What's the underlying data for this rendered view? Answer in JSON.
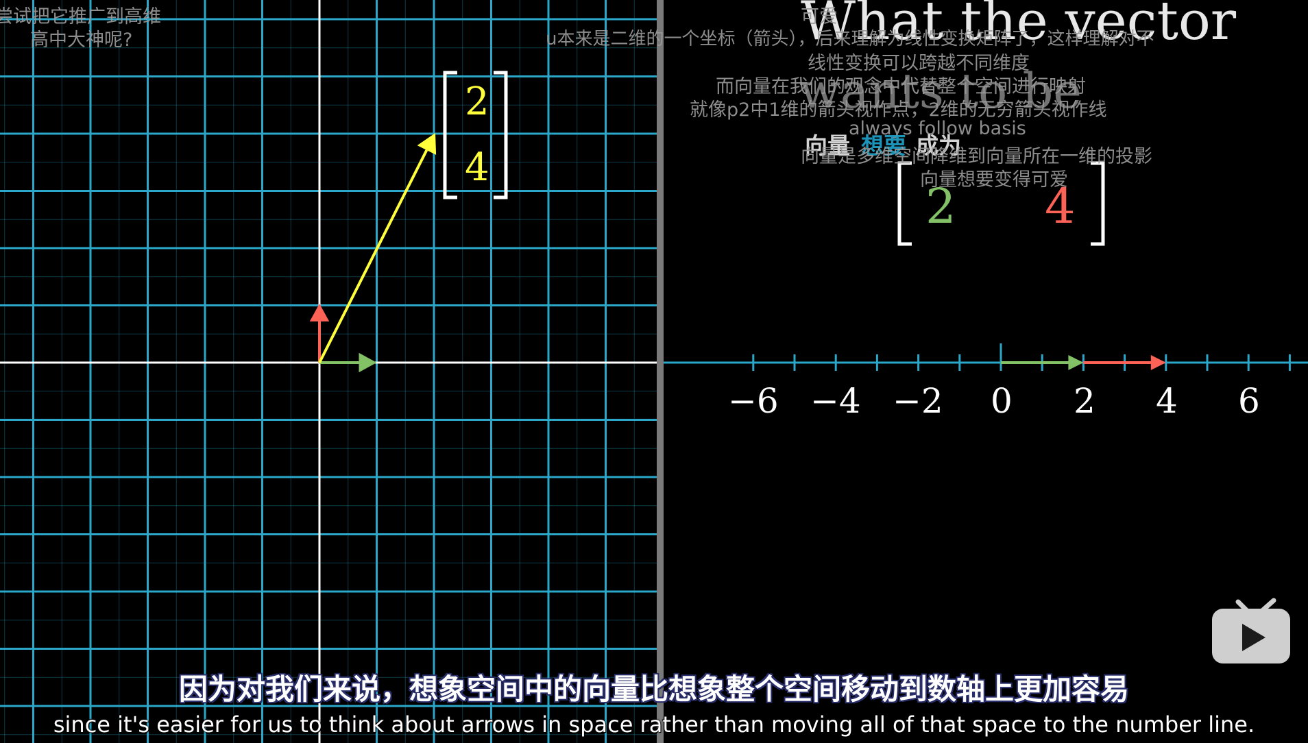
{
  "colors": {
    "grid": "#2aa7c9",
    "axis": "#ffffff",
    "vector": "#ffff3c",
    "i_hat": "#83c167",
    "j_hat": "#fc6255",
    "number_line": "#2aa7c9",
    "divider": "#7a7a7a"
  },
  "left_panel": {
    "matrix": {
      "top": "2",
      "bottom": "4"
    }
  },
  "right_panel": {
    "title_line1": "What the vector",
    "title_line2": "wants to be",
    "row_matrix": {
      "left": "2",
      "right": "4"
    },
    "number_line_labels": [
      "−6",
      "−4",
      "−2",
      "0",
      "2",
      "4",
      "6"
    ]
  },
  "danmaku": [
    "尝试把它推广到高维",
    "高中大神呢?",
    "可爱",
    "u本来是二维的一个坐标（箭头），后来理解为线性变换矩阵了，这样理解对不",
    "线性变换可以跨越不同维度",
    "而向量在我们的观念中代替整个空间进行映射",
    "就像p2中1维的箭头视作点，2维的无穷箭头视作线",
    "always follow basis",
    "向量",
    "想要",
    "成为",
    "向量是多维空间降维到向量所在一维的投影",
    "向量想要变得可爱"
  ],
  "subtitles": {
    "chinese": "因为对我们来说，想象空间中的向量比想象整个空间移动到数轴上更加容易",
    "english": "since it's easier for us to think about arrows in space rather than moving all of that space to the number line."
  },
  "player": {
    "icon": "tv-icon"
  }
}
